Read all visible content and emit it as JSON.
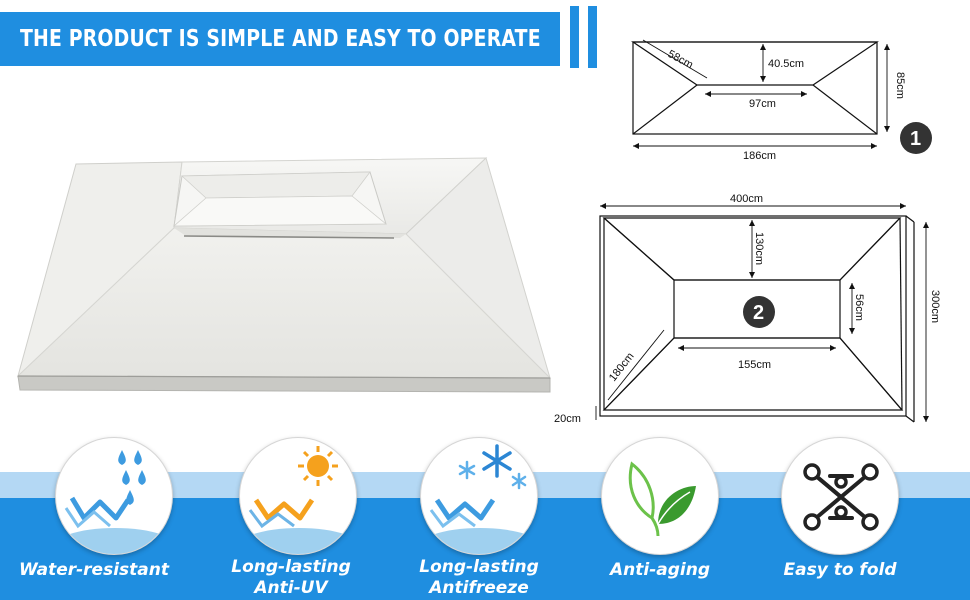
{
  "header": {
    "title": "THE PRODUCT IS SIMPLE AND EASY TO OPERATE"
  },
  "diagram_1": {
    "number": "1",
    "slant": "58cm",
    "height_inner": "40.5cm",
    "width_inner": "97cm",
    "width_total": "186cm",
    "height_total": "85cm"
  },
  "diagram_2": {
    "number": "2",
    "width_total": "400cm",
    "inner_top": "130cm",
    "inner_height": "56cm",
    "inner_width": "155cm",
    "slant": "180cm",
    "height_total": "300cm",
    "edge": "20cm"
  },
  "features": [
    {
      "line1": "Water-resistant",
      "line2": "",
      "icon": "water-drops-icon"
    },
    {
      "line1": "Long-lasting",
      "line2": "Anti-UV",
      "icon": "sun-icon"
    },
    {
      "line1": "Long-lasting",
      "line2": "Antifreeze",
      "icon": "snowflake-icon"
    },
    {
      "line1": "Anti-aging",
      "line2": "",
      "icon": "leaf-icon"
    },
    {
      "line1": "Easy to fold",
      "line2": "",
      "icon": "folding-frame-icon"
    }
  ],
  "colors": {
    "brand_blue": "#1f8ee0",
    "light_band": "#b4d8f4",
    "sun_orange": "#f5a11d",
    "water_blue": "#3d9be0",
    "leaf_green": "#3a9a2e"
  }
}
